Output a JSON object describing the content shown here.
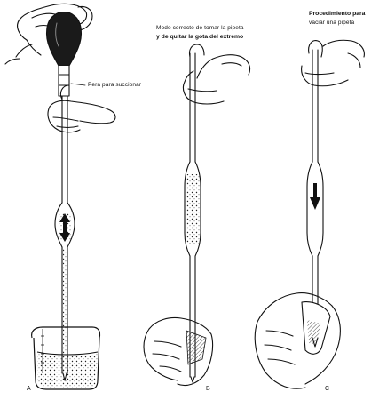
{
  "labels": {
    "bulb_caption": "Pera para succionar",
    "panel_b_line1": "Modo correcto de tomar la pipeta",
    "panel_b_line2": "y de quitar la gota del extremo",
    "panel_c_line1": "Procedimiento para",
    "panel_c_line2": "vaciar una pipeta",
    "panel_a": "A",
    "panel_b": "B",
    "panel_c": "C"
  },
  "icons": {
    "panel_a_arrow": "up-down-arrow-icon",
    "panel_c_arrow": "down-arrow-icon"
  },
  "colors": {
    "ink": "#111111",
    "paper": "#ffffff"
  }
}
